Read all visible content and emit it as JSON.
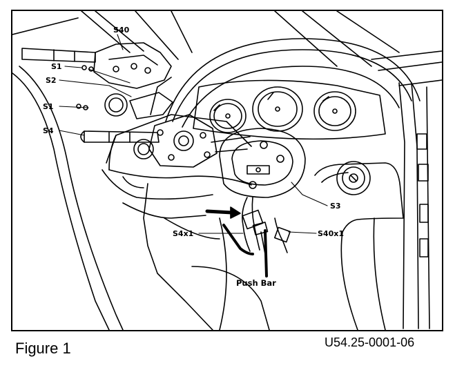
{
  "caption": {
    "figure_label": "Figure 1",
    "document_code": "U54.25-0001-06"
  },
  "callouts": {
    "s40": "S40",
    "s1_top": "S1",
    "s2": "S2",
    "s1_bottom": "S1",
    "s4": "S4",
    "s3": "S3",
    "s4x1": "S4x1",
    "s40x1": "S40x1",
    "push_bar": "Push Bar"
  },
  "colors": {
    "ink": "#000000",
    "paper": "#ffffff"
  }
}
